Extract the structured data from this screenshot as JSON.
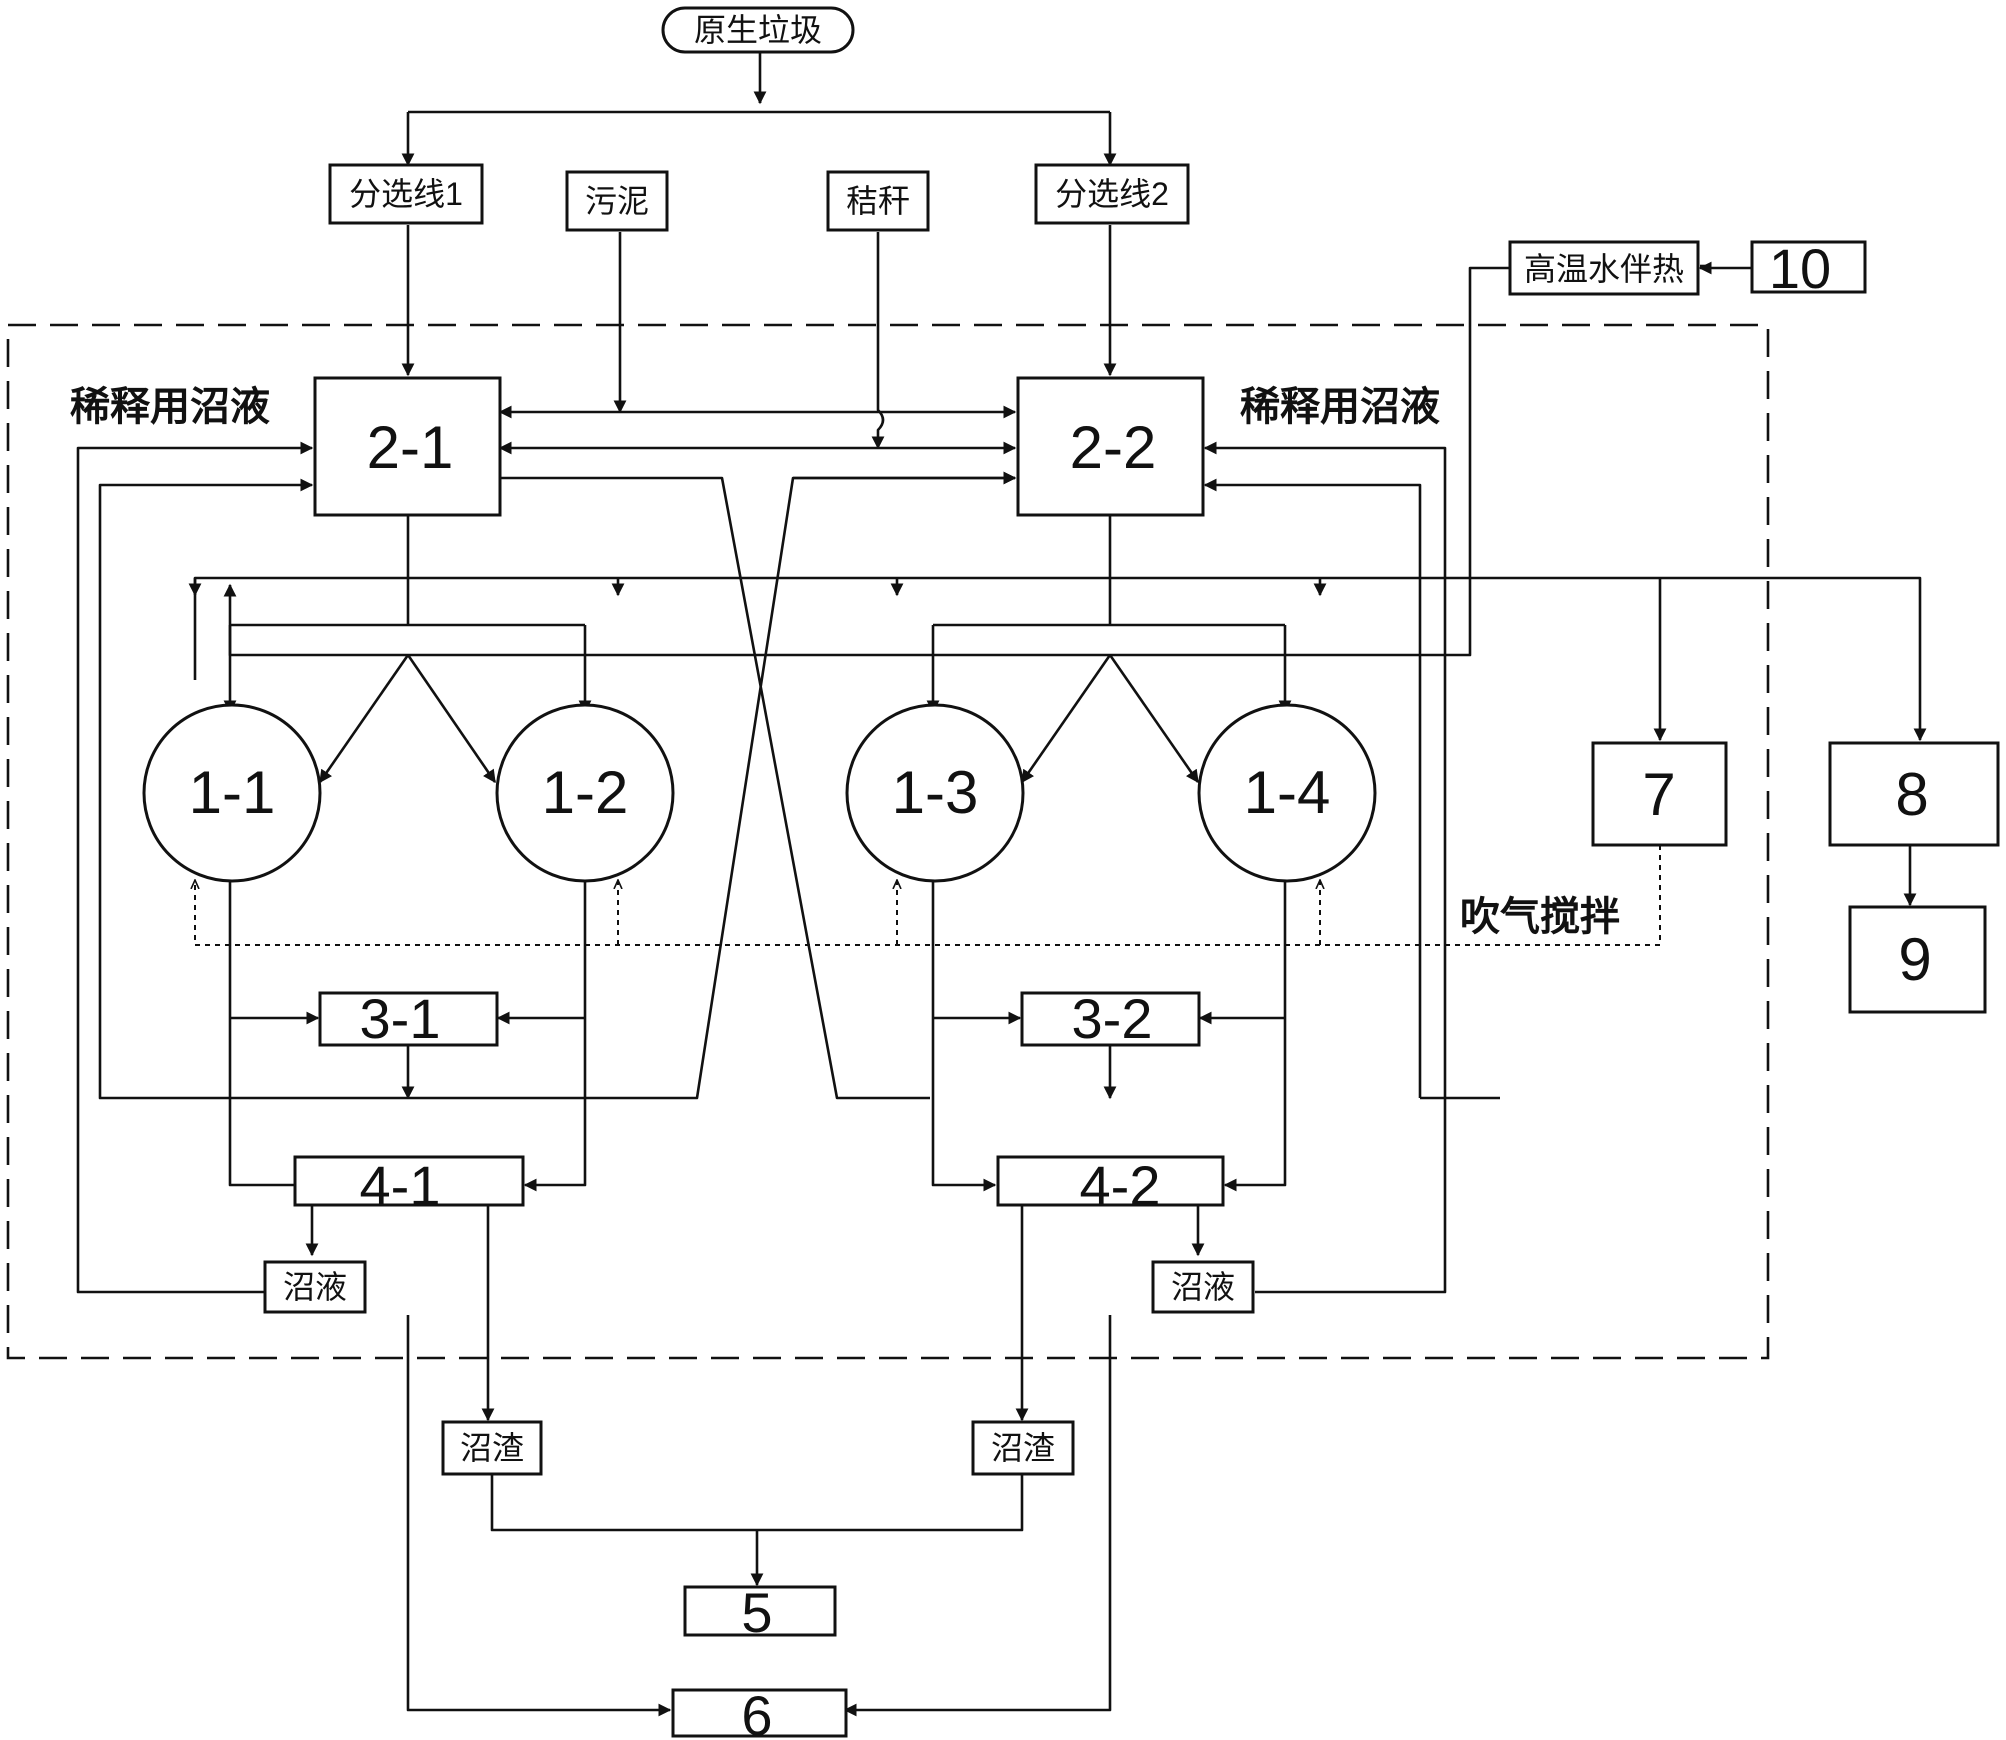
{
  "nodes": {
    "raw_waste": "原生垃圾",
    "sorting_line_1": "分选线1",
    "sorting_line_2": "分选线2",
    "sludge": "污泥",
    "straw": "秸秆",
    "hot_water_tracing": "高温水伴热",
    "mixer_2_1": "2-1",
    "mixer_2_2": "2-2",
    "digester_1_1": "1-1",
    "digester_1_2": "1-2",
    "digester_1_3": "1-3",
    "digester_1_4": "1-4",
    "unit_3_1": "3-1",
    "unit_3_2": "3-2",
    "unit_4_1": "4-1",
    "unit_4_2": "4-2",
    "biogas_liquid_left": "沼液",
    "biogas_liquid_right": "沼液",
    "biogas_residue_left": "沼渣",
    "biogas_residue_right": "沼渣",
    "unit_5": "5",
    "unit_6": "6",
    "unit_7": "7",
    "unit_8": "8",
    "unit_9": "9",
    "unit_10": "10"
  },
  "annotations": {
    "dilution_liquid_left": "稀释用沼液",
    "dilution_liquid_right": "稀释用沼液",
    "air_agitation": "吹气搅拌"
  }
}
